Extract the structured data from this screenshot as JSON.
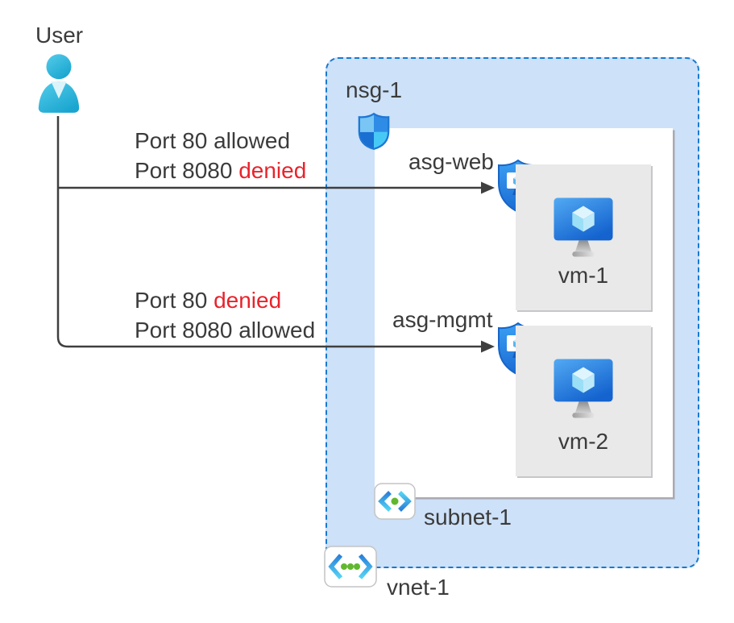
{
  "user": {
    "label": "User"
  },
  "rules": {
    "top": {
      "line1_prefix": "Port 80 ",
      "line1_status": "allowed",
      "line2_prefix": "Port 8080 ",
      "line2_status": "denied"
    },
    "bottom": {
      "line1_prefix": "Port 80 ",
      "line1_status": "denied",
      "line2_prefix": "Port 8080 ",
      "line2_status": "allowed"
    }
  },
  "network": {
    "nsg_label": "nsg-1",
    "asg_web_label": "asg-web",
    "asg_mgmt_label": "asg-mgmt",
    "vm1_label": "vm-1",
    "vm2_label": "vm-2",
    "subnet_label": "subnet-1",
    "vnet_label": "vnet-1"
  },
  "colors": {
    "text": "#3b3b3b",
    "denied_red": "#e8232b",
    "vnet_fill": "#cde1f8",
    "vnet_border": "#1779d2",
    "subnet_fill": "#ffffff",
    "vm_box_fill": "#e9e9e9",
    "arrow": "#3f3f3f",
    "user_cyan": "#2cb5dc",
    "azure_blue": "#1a6fd2",
    "green_dot": "#60b82e"
  }
}
